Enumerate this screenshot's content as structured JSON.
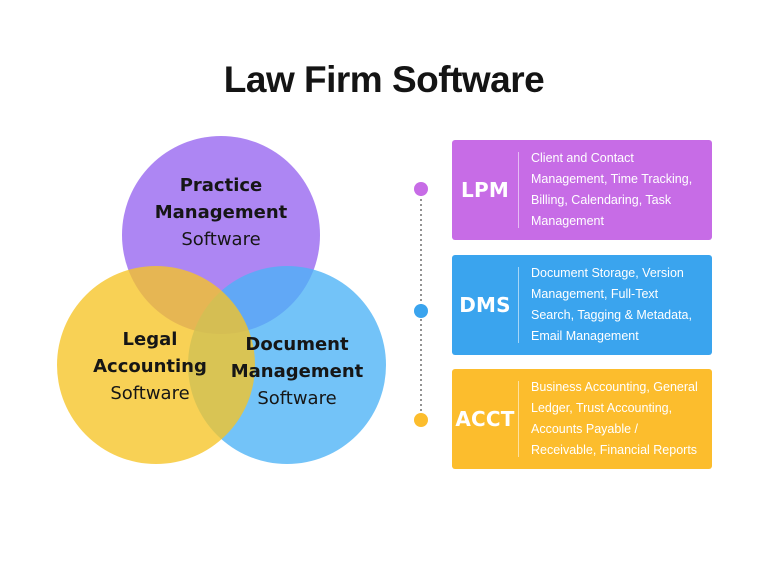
{
  "title": "Law Firm Software",
  "colors": {
    "background": "#FFFFFF",
    "title_text": "#141414",
    "venn_text": "#161616",
    "connector_line": "#929292",
    "venn_purple": "#9664F0",
    "venn_yellow": "#F6C425",
    "venn_blue": "#4BB2F6",
    "card_text": "#FFFFFF"
  },
  "venn": {
    "circles": [
      {
        "id": "practice",
        "title": "Practice\nManagement",
        "subtitle": "Software",
        "color": "#9664F0",
        "fill": "rgba(150,100,240,0.78)"
      },
      {
        "id": "legal",
        "title": "Legal\nAccounting",
        "subtitle": "Software",
        "color": "#F6C425",
        "fill": "rgba(246,196,37,0.78)"
      },
      {
        "id": "document",
        "title": "Document\nManagement",
        "subtitle": "Software",
        "color": "#4BB2F6",
        "fill": "rgba(75,178,246,0.78)"
      }
    ]
  },
  "cards": [
    {
      "abbr": "LPM",
      "description": "Client and Contact\nManagement, Time Tracking,\nBilling, Calendaring, Task\nManagement",
      "color": "#C76CE6"
    },
    {
      "abbr": "DMS",
      "description": "Document Storage, Version\nManagement, Full-Text\nSearch, Tagging & Metadata,\nEmail Management",
      "color": "#3AA4EE"
    },
    {
      "abbr": "ACCT",
      "description": "Business Accounting, General\nLedger, Trust Accounting,\nAccounts Payable /\nReceivable, Financial Reports",
      "color": "#FCBD2D"
    }
  ]
}
